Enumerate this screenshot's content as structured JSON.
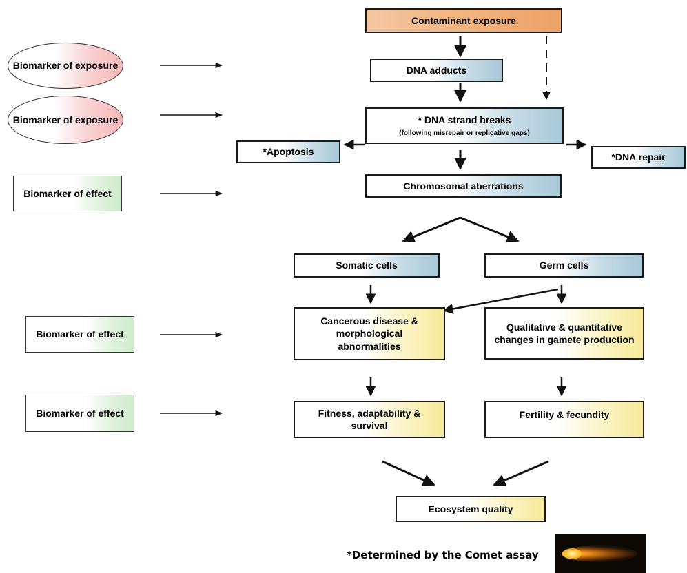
{
  "nodes": {
    "contaminant": "Contaminant exposure",
    "dna_adducts": "DNA adducts",
    "strand_breaks": "* DNA strand breaks",
    "strand_breaks_sub": "(following misrepair or replicative gaps)",
    "apoptosis": "*Apoptosis",
    "dna_repair": "*DNA repair",
    "chromosomal": "Chromosomal aberrations",
    "somatic": "Somatic cells",
    "germ": "Germ cells",
    "cancerous": "Cancerous disease & morphological abnormalities",
    "qualitative": "Qualitative & quantitative changes in gamete production",
    "fitness": "Fitness, adaptability & survival",
    "fertility": "Fertility & fecundity",
    "ecosystem": "Ecosystem quality"
  },
  "biomarkers": {
    "exposure_1": "Biomarker of exposure",
    "exposure_2": "Biomarker of exposure",
    "effect_1": "Biomarker of effect",
    "effect_2": "Biomarker of effect",
    "effect_3": "Biomarker of effect"
  },
  "footnote": "*Determined by the Comet assay"
}
